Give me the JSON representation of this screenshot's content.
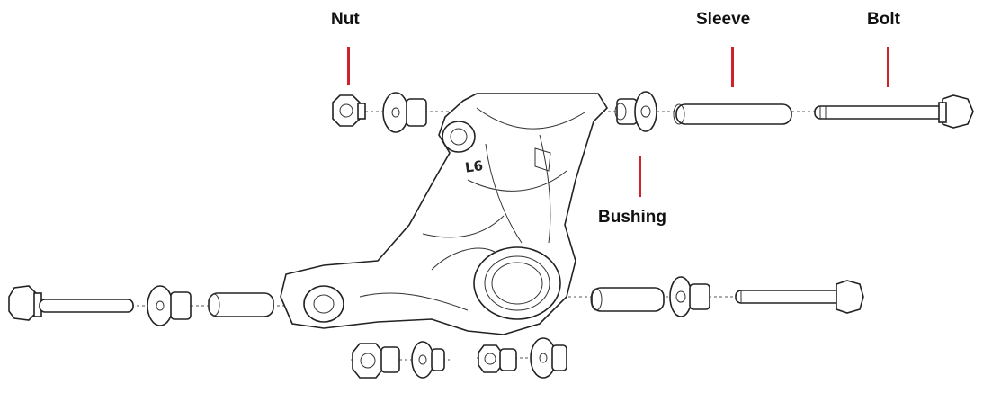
{
  "colors": {
    "leader_line": "#d0202a",
    "drawing_ink": "#222222",
    "label_text": "#111111",
    "background": "#ffffff"
  },
  "labels": {
    "nut": "Nut",
    "sleeve": "Sleeve",
    "bolt": "Bolt",
    "bushing": "Bushing"
  },
  "knuckle_stamp": "L6"
}
